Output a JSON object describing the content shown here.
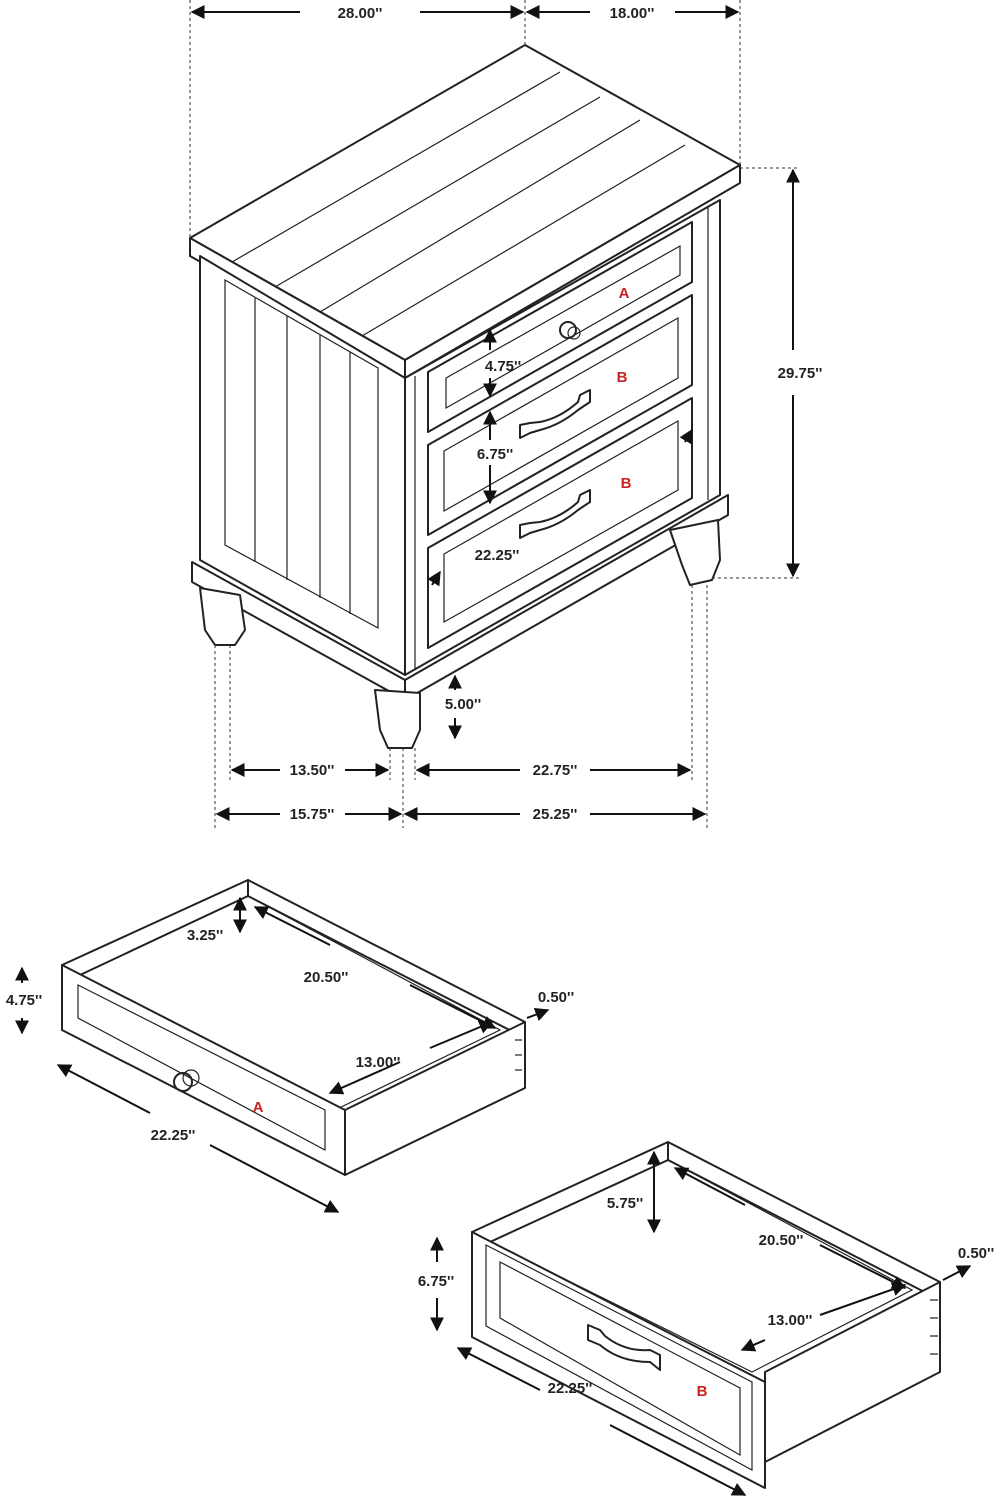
{
  "dimensions": {
    "overall_width": "28.00''",
    "overall_depth": "18.00''",
    "overall_height": "29.75''",
    "drawer_a_height": "4.75''",
    "drawer_b_height": "6.75''",
    "drawer_front_width": "22.25''",
    "leg_height": "5.00''",
    "side_inner": "13.50''",
    "front_inner": "22.75''",
    "side_outer": "15.75''",
    "front_outer": "25.25''"
  },
  "drawer_a": {
    "letter": "A",
    "interior_height": "3.25''",
    "front_height": "4.75''",
    "depth": "20.50''",
    "side_thickness": "0.50''",
    "interior_width": "13.00''",
    "front_width": "22.25''"
  },
  "drawer_b": {
    "letter": "B",
    "interior_height": "5.75''",
    "front_height": "6.75''",
    "depth": "20.50''",
    "side_thickness": "0.50''",
    "interior_width": "13.00''",
    "front_width": "22.25''"
  },
  "letters": {
    "a": "A",
    "b": "B"
  },
  "colors": {
    "line": "#222222",
    "label_letter": "#cc2222",
    "background": "#ffffff"
  }
}
